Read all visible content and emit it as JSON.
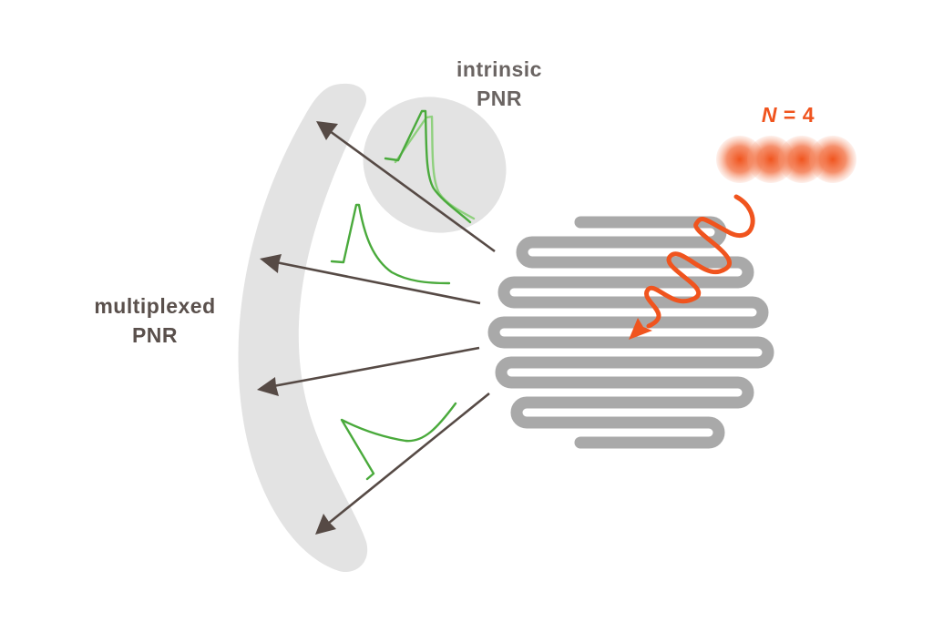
{
  "labels": {
    "intrinsic_line1": "intrinsic",
    "intrinsic_line2": "PNR",
    "multiplexed_line1": "multiplexed",
    "multiplexed_line2": "PNR",
    "photon_var": "N",
    "photon_rest": " = 4"
  },
  "photon_count": 4,
  "colors": {
    "arrow": "#564a45",
    "pulse": "#4aaa3c",
    "pulse_faded": "#8fd07e",
    "photon": "#f0541e",
    "meander": "#a9a9a9",
    "region": "#e3e3e3"
  }
}
